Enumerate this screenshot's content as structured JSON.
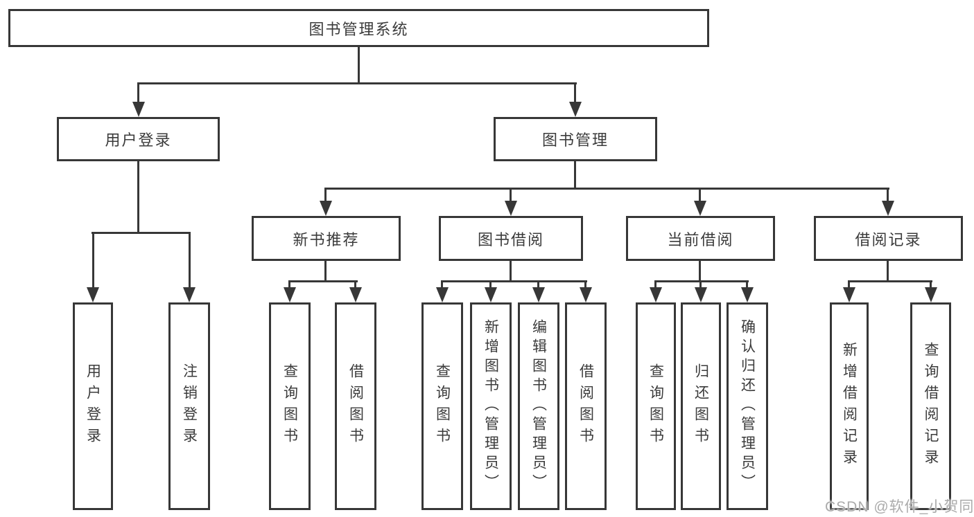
{
  "colors": {
    "line": "#373737",
    "text": "#3b3b3b",
    "background": "#ffffff",
    "watermark": "#ababab"
  },
  "watermark": {
    "text": "CSDN @软件_小贺同学"
  },
  "tree": {
    "label": "图书管理系统",
    "children": [
      {
        "label": "用户登录",
        "children": [
          {
            "label": "用户登录"
          },
          {
            "label": "注销登录"
          }
        ]
      },
      {
        "label": "图书管理",
        "children": [
          {
            "label": "新书推荐",
            "children": [
              {
                "label": "查询图书"
              },
              {
                "label": "借阅图书"
              }
            ]
          },
          {
            "label": "图书借阅",
            "children": [
              {
                "label": "查询图书"
              },
              {
                "label": "新增图书（管理员）"
              },
              {
                "label": "编辑图书（管理员）"
              },
              {
                "label": "借阅图书"
              }
            ]
          },
          {
            "label": "当前借阅",
            "children": [
              {
                "label": "查询图书"
              },
              {
                "label": "归还图书"
              },
              {
                "label": "确认归还（管理员）"
              }
            ]
          },
          {
            "label": "借阅记录",
            "children": [
              {
                "label": "新增借阅记录"
              },
              {
                "label": "查询借阅记录"
              }
            ]
          }
        ]
      }
    ]
  }
}
